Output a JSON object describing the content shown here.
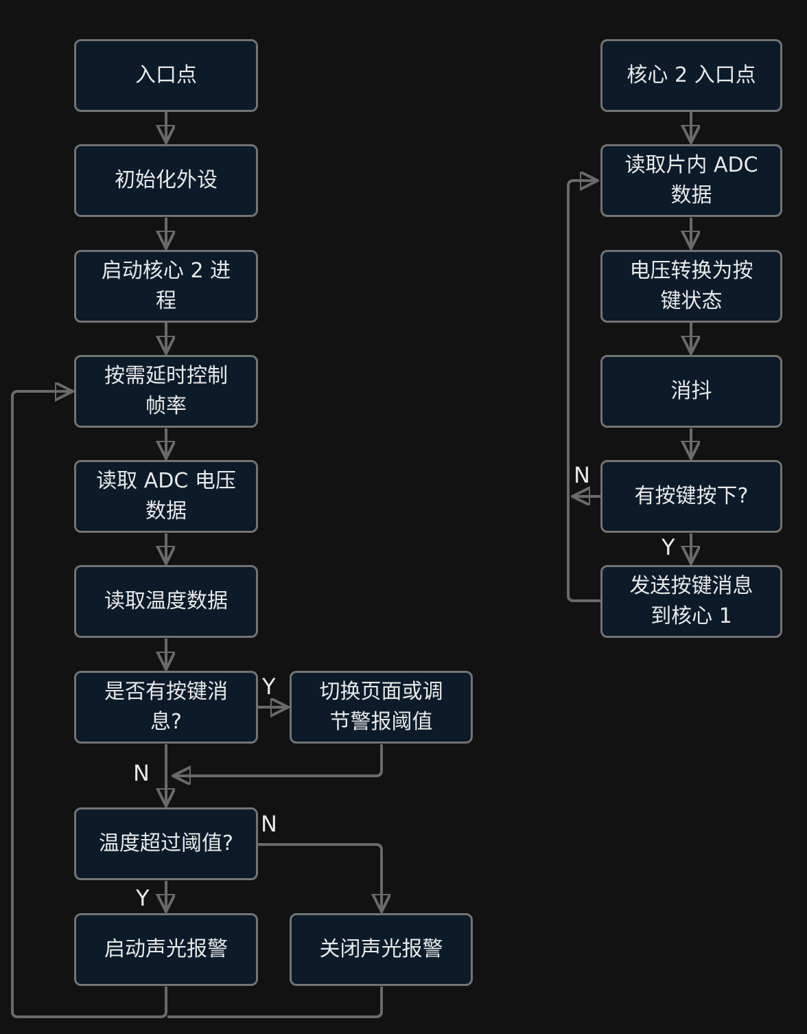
{
  "diagram": {
    "type": "flowchart",
    "theme": "dark",
    "branch_labels": {
      "yes": "Y",
      "no": "N"
    },
    "left_column": {
      "nodes": [
        {
          "id": "entry",
          "label": "入口点"
        },
        {
          "id": "init",
          "label": "初始化外设"
        },
        {
          "id": "start-core2",
          "label": "启动核心 2 进程"
        },
        {
          "id": "frame-delay",
          "label": "按需延时控制帧率"
        },
        {
          "id": "read-adc",
          "label": "读取 ADC 电压数据"
        },
        {
          "id": "read-temp",
          "label": "读取温度数据"
        },
        {
          "id": "key-msg",
          "label": "是否有按键消息?"
        },
        {
          "id": "switch-page",
          "label": "切换页面或调节警报阈值"
        },
        {
          "id": "temp-over",
          "label": "温度超过阈值?"
        },
        {
          "id": "alarm-on",
          "label": "启动声光报警"
        },
        {
          "id": "alarm-off",
          "label": "关闭声光报警"
        }
      ]
    },
    "right_column": {
      "nodes": [
        {
          "id": "core2-entry",
          "label": "核心 2 入口点"
        },
        {
          "id": "read-chip-adc",
          "label": "读取片内 ADC 数据"
        },
        {
          "id": "volt-to-key",
          "label": "电压转换为按键状态"
        },
        {
          "id": "debounce",
          "label": "消抖"
        },
        {
          "id": "key-pressed",
          "label": "有按键按下?"
        },
        {
          "id": "send-key-msg",
          "label": "发送按键消息到核心 1"
        }
      ]
    },
    "edges": [
      {
        "from": "entry",
        "to": "init",
        "label": ""
      },
      {
        "from": "init",
        "to": "start-core2",
        "label": ""
      },
      {
        "from": "start-core2",
        "to": "frame-delay",
        "label": ""
      },
      {
        "from": "frame-delay",
        "to": "read-adc",
        "label": ""
      },
      {
        "from": "read-adc",
        "to": "read-temp",
        "label": ""
      },
      {
        "from": "read-temp",
        "to": "key-msg",
        "label": ""
      },
      {
        "from": "key-msg",
        "to": "switch-page",
        "label": "Y"
      },
      {
        "from": "key-msg",
        "to": "temp-over",
        "label": "N"
      },
      {
        "from": "switch-page",
        "to": "temp-over",
        "label": ""
      },
      {
        "from": "temp-over",
        "to": "alarm-on",
        "label": "Y"
      },
      {
        "from": "temp-over",
        "to": "alarm-off",
        "label": "N"
      },
      {
        "from": "alarm-on",
        "to": "frame-delay",
        "label": ""
      },
      {
        "from": "alarm-off",
        "to": "frame-delay",
        "label": ""
      },
      {
        "from": "core2-entry",
        "to": "read-chip-adc",
        "label": ""
      },
      {
        "from": "read-chip-adc",
        "to": "volt-to-key",
        "label": ""
      },
      {
        "from": "volt-to-key",
        "to": "debounce",
        "label": ""
      },
      {
        "from": "debounce",
        "to": "key-pressed",
        "label": ""
      },
      {
        "from": "key-pressed",
        "to": "send-key-msg",
        "label": "Y"
      },
      {
        "from": "key-pressed",
        "to": "read-chip-adc",
        "label": "N"
      },
      {
        "from": "send-key-msg",
        "to": "read-chip-adc",
        "label": ""
      }
    ],
    "colors": {
      "background": "#121212",
      "node_fill": "#0c1a29",
      "node_border": "#747474",
      "connector": "#6a6a6a",
      "text": "#e9e9e9"
    }
  }
}
